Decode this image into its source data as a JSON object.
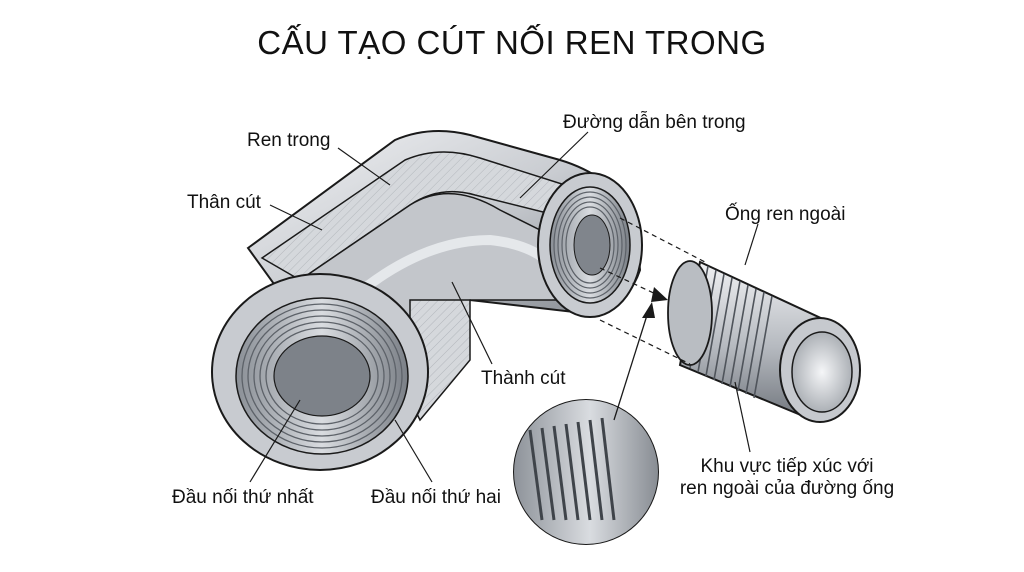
{
  "title": "CẤU TẠO CÚT NỐI REN TRONG",
  "labels": {
    "ren_trong": "Ren trong",
    "than_cut": "Thân cút",
    "duong_dan": "Đường dẫn bên trong",
    "ong_ren_ngoai": "Ống ren ngoài",
    "thanh_cut": "Thành cút",
    "dau_noi_1": "Đầu nối thứ nhất",
    "dau_noi_2": "Đầu nối thứ hai",
    "khu_vuc_line1": "Khu vực tiếp xúc với",
    "khu_vuc_line2": "ren ngoài của đường ống"
  },
  "colors": {
    "metal_light": "#e3e5e8",
    "metal_mid": "#b8bcc2",
    "metal_dark": "#6e737a",
    "outline": "#1a1a1a"
  }
}
